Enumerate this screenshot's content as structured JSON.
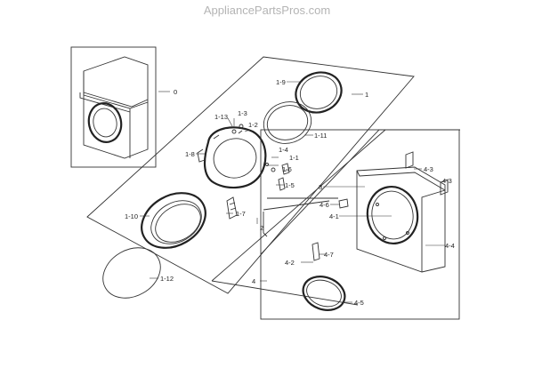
{
  "watermark": "AppliancePartsPros.com",
  "callouts": {
    "c0": "0",
    "c1": "1",
    "c1_1": "1-1",
    "c1_2": "1-2",
    "c1_3": "1-3",
    "c1_4": "1-4",
    "c1_5": "1-5",
    "c1_6": "1-6",
    "c1_7": "1-7",
    "c1_8": "1-8",
    "c1_9": "1-9",
    "c1_10": "1-10",
    "c1_11": "1-11",
    "c1_12": "1-12",
    "c1_13": "1-13",
    "c2": "2",
    "c3": "3",
    "c4": "4",
    "c4_1": "4-1",
    "c4_2": "4-2",
    "c4_3a": "4-3",
    "c4_3b": "4-3",
    "c4_4": "4-4",
    "c4_5": "4-5",
    "c4_6": "4-6",
    "c4_7": "4-7"
  }
}
